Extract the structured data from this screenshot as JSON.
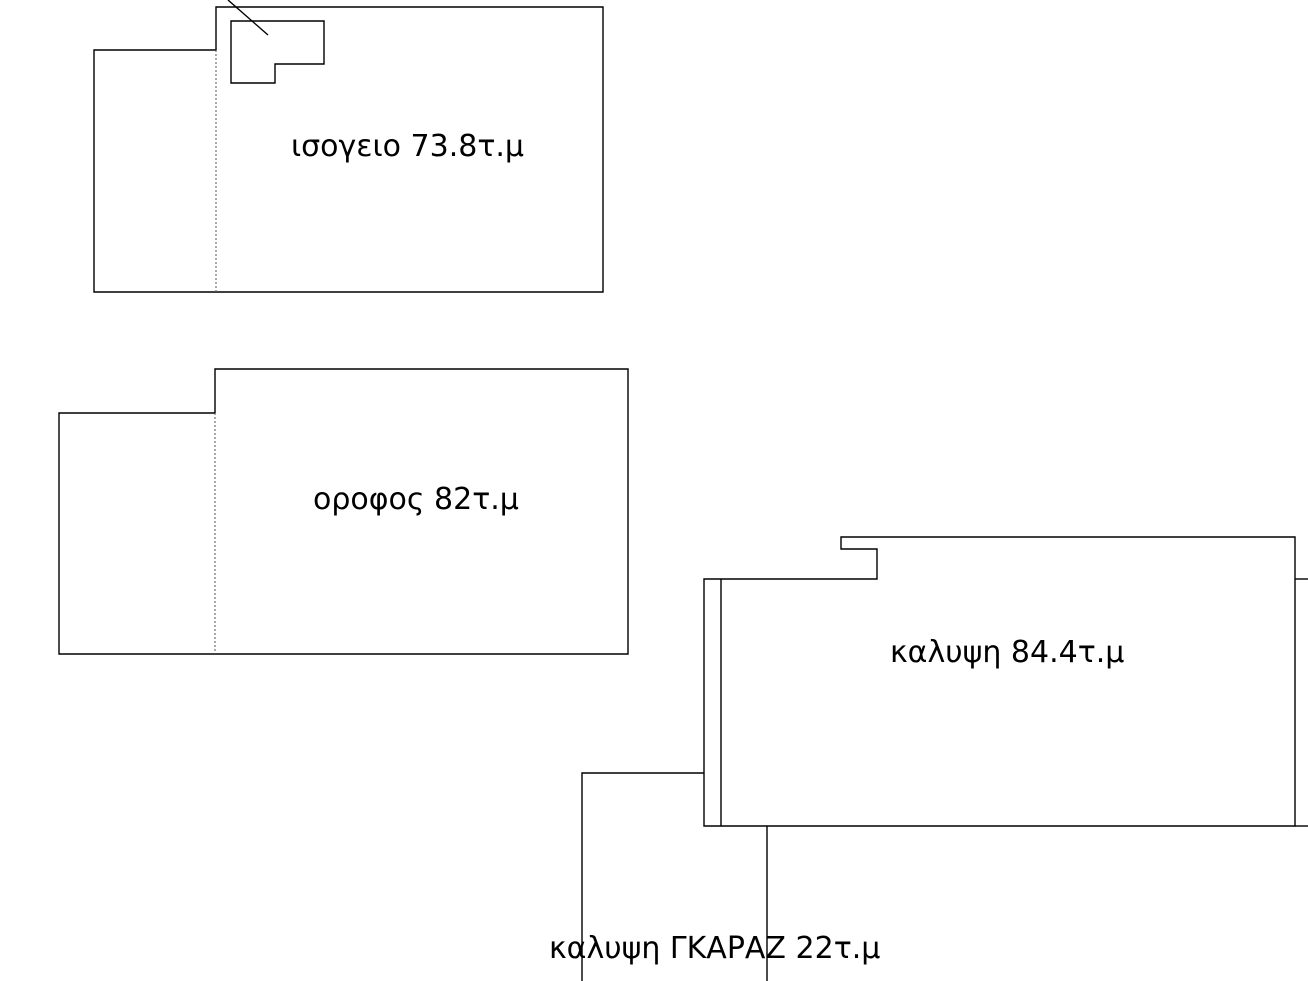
{
  "plans": {
    "ground_floor": {
      "label": "ισογειο 73.8τ.μ"
    },
    "upper_floor": {
      "label": "οροφος 82τ.μ"
    },
    "coverage": {
      "label": "καλυψη 84.4τ.μ"
    },
    "garage": {
      "label": "καλυψη ΓΚΑΡΑΖ  22τ.μ"
    }
  },
  "colors": {
    "line": "#000000",
    "background": "#ffffff"
  }
}
